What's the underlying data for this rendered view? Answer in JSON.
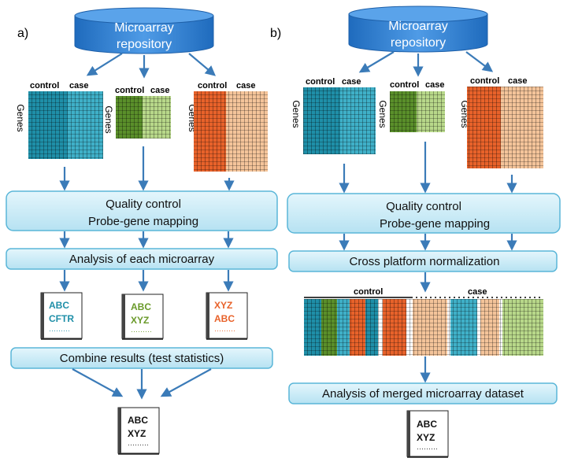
{
  "panel_a": {
    "label": "a)",
    "repository": [
      "Microarray",
      "repository"
    ],
    "column_headers": {
      "control": "control",
      "case": "case"
    },
    "genes_label": "Genes",
    "boxes": {
      "quality": [
        "Quality control",
        "Probe-gene mapping"
      ],
      "analysis": "Analysis of each microarray",
      "combine": "Combine results  (test statistics)"
    },
    "gene_lists": [
      {
        "lines": [
          "ABC",
          "CFTR"
        ],
        "dots": "·········"
      },
      {
        "lines": [
          "ABC",
          "XYZ"
        ],
        "dots": "·········"
      },
      {
        "lines": [
          "XYZ",
          "ABC"
        ],
        "dots": "·········"
      }
    ],
    "final_list": {
      "lines": [
        "ABC",
        "XYZ"
      ],
      "dots": "·········"
    }
  },
  "panel_b": {
    "label": "b)",
    "repository": [
      "Microarray",
      "repository"
    ],
    "column_headers": {
      "control": "control",
      "case": "case"
    },
    "genes_label": "Genes",
    "boxes": {
      "quality": [
        "Quality control",
        "Probe-gene mapping"
      ],
      "normalization": "Cross platform normalization",
      "merged": "Analysis of merged microarray dataset"
    },
    "merged_headers": {
      "control": "control",
      "case": "case"
    },
    "final_list": {
      "lines": [
        "ABC",
        "XYZ"
      ],
      "dots": "·········"
    }
  },
  "colors": {
    "repository": "#2f7fd0",
    "box_fill": "#c9ecf7",
    "box_stroke": "#5ab6d8",
    "arrow": "#3b7bb8",
    "teal": "#1f8fa8",
    "teal_light": "#3fb0c8",
    "green": "#5a8f2a",
    "green_light": "#b8d88a",
    "orange": "#e8622a",
    "peach": "#f4c49a",
    "list_teal": "#1f8fa8",
    "list_green": "#6a9a2a",
    "list_orange": "#e8622a",
    "list_black": "#111111"
  }
}
